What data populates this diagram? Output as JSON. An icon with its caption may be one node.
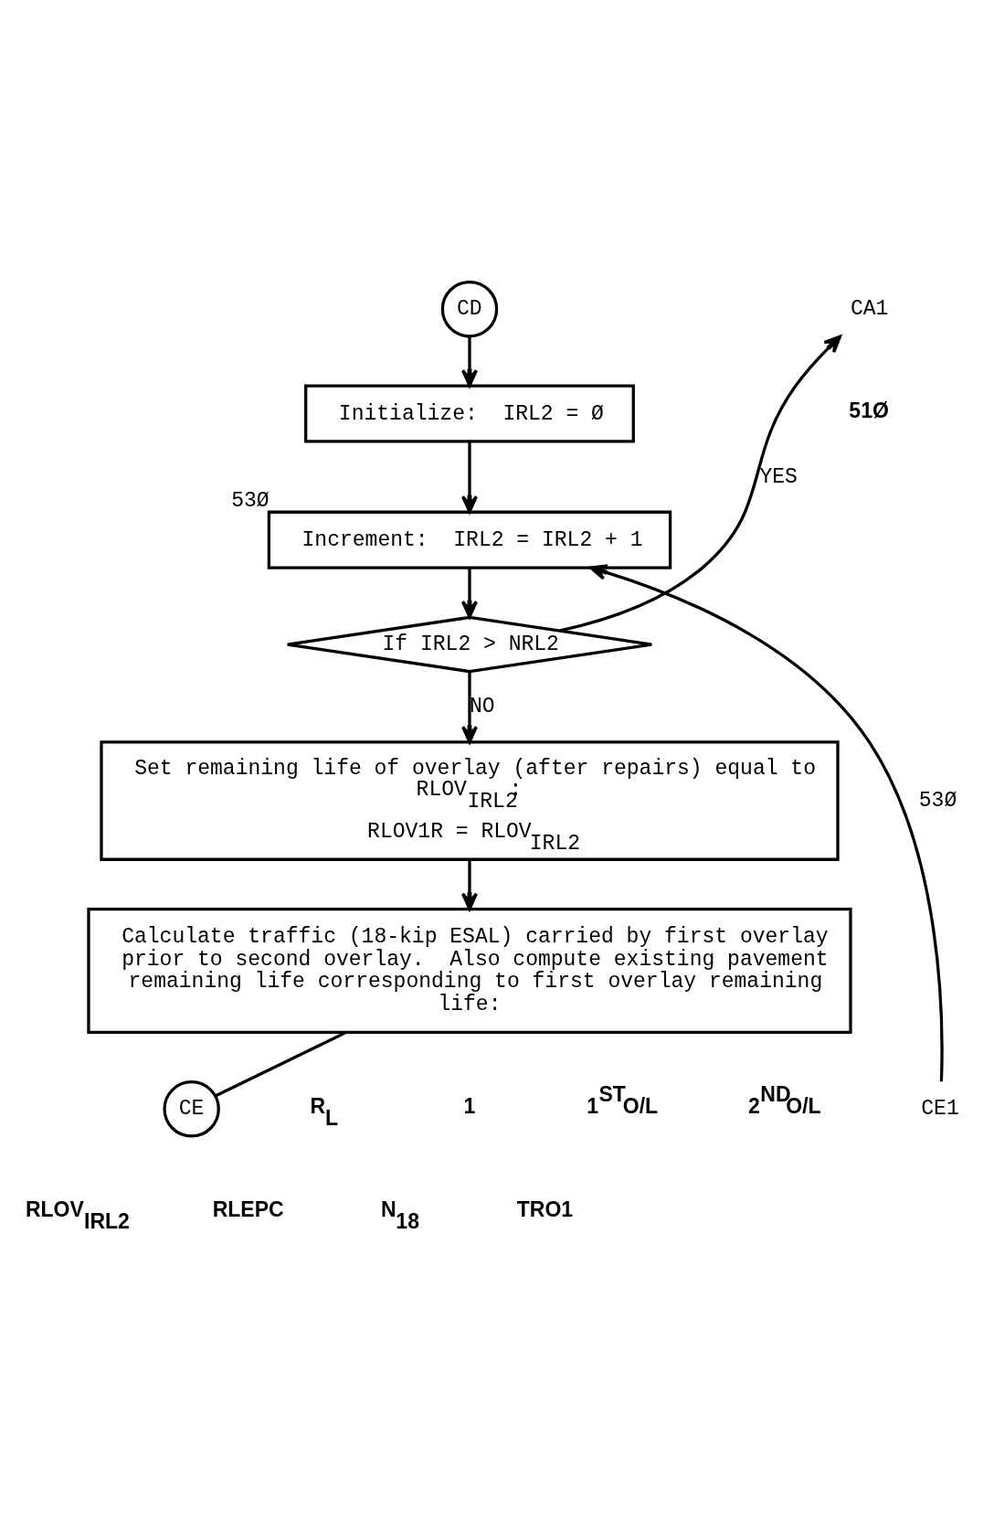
{
  "diagram": {
    "nodes": [
      {
        "text": [
          "CD"
        ]
      },
      {
        "text": [
          "Initialize:  IRL2 = Ø"
        ]
      },
      {
        "text": [
          "Increment:  IRL2 = IRL2 + 1"
        ],
        "beside": [
          "53Ø"
        ]
      },
      {
        "text": [
          "If IRL2 > NRL2"
        ]
      },
      {
        "text": [
          "Set remaining life of overlay (after repairs) equal to RLOV$_{IRL2}$:",
          "RLOV1R = RLOV$_{IRL2}$"
        ]
      },
      {
        "text": [
          "Calculate traffic (18-kip ESAL) carried by first overlay prior to second overlay.  Also compute existing pavement remaining life corresponding to first overlay remaining life:"
        ]
      },
      {
        "text": [
          "CE"
        ]
      },
      {
        "text": [
          "CA1"
        ]
      },
      {
        "text": [
          "CE1"
        ]
      }
    ],
    "edges": [
      {
        "from": 0,
        "to": 1,
        "arrow": "to"
      },
      {
        "from": 1,
        "to": 2,
        "arrow": "to"
      },
      {
        "from": 2,
        "to": 3,
        "arrow": "to"
      },
      {
        "from": 3,
        "to": 7,
        "arrow": "to",
        "label": "YES"
      },
      {
        "from": 3,
        "to": 4,
        "arrow": "to",
        "label": "NO"
      },
      {
        "from": 4,
        "to": 5,
        "arrow": "to"
      },
      {
        "from": 5,
        "to": 6,
        "arrow": "none"
      },
      {
        "from": 8,
        "to": 2,
        "arrow": "to",
        "label": "53Ø"
      }
    ],
    "labels": [
      "51Ø",
      "R$_{L}$",
      "1",
      "1$^{ST}$O/L",
      "2$^{ND}$O/L",
      "RLOV$_{IRL2}$",
      "RLEPC",
      "N$_{18}$",
      "TRO1"
    ]
  }
}
